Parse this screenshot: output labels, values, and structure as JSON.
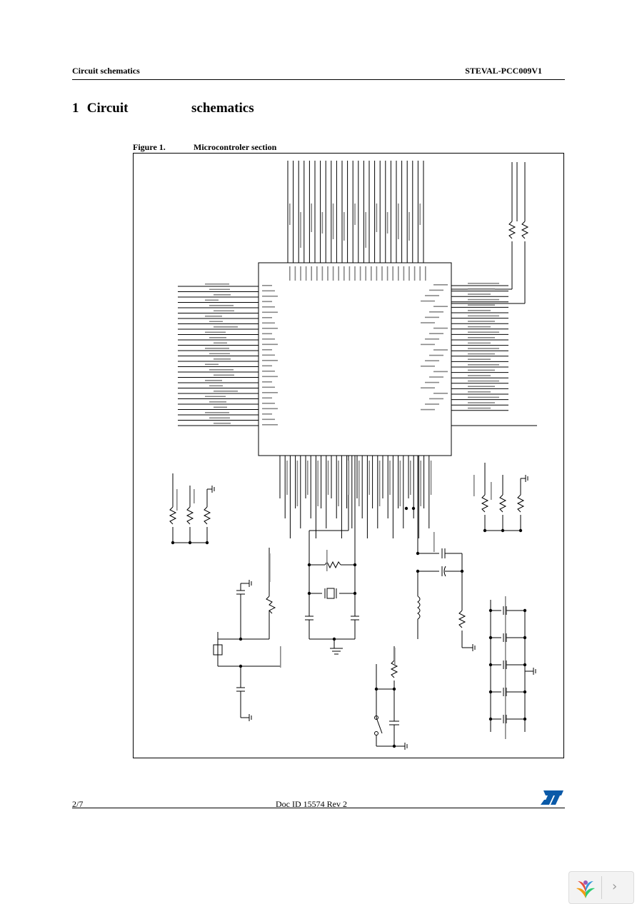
{
  "header": {
    "left": "Circuit schematics",
    "right": "STEVAL-PCC009V1"
  },
  "section": {
    "number": "1",
    "title_part1": "Circuit",
    "title_part2": "schematics"
  },
  "figure": {
    "label": "Figure 1.",
    "caption": "Microcontroler section"
  },
  "footer": {
    "page": "2/7",
    "doc_id": "Doc ID 15574 Rev 2"
  },
  "icons": {
    "brand_logo": "st-logo-icon",
    "viewer_logo": "viewer-logo-icon",
    "next": "chevron-right-icon"
  },
  "colors": {
    "brand_blue": "#0a5aa8"
  }
}
